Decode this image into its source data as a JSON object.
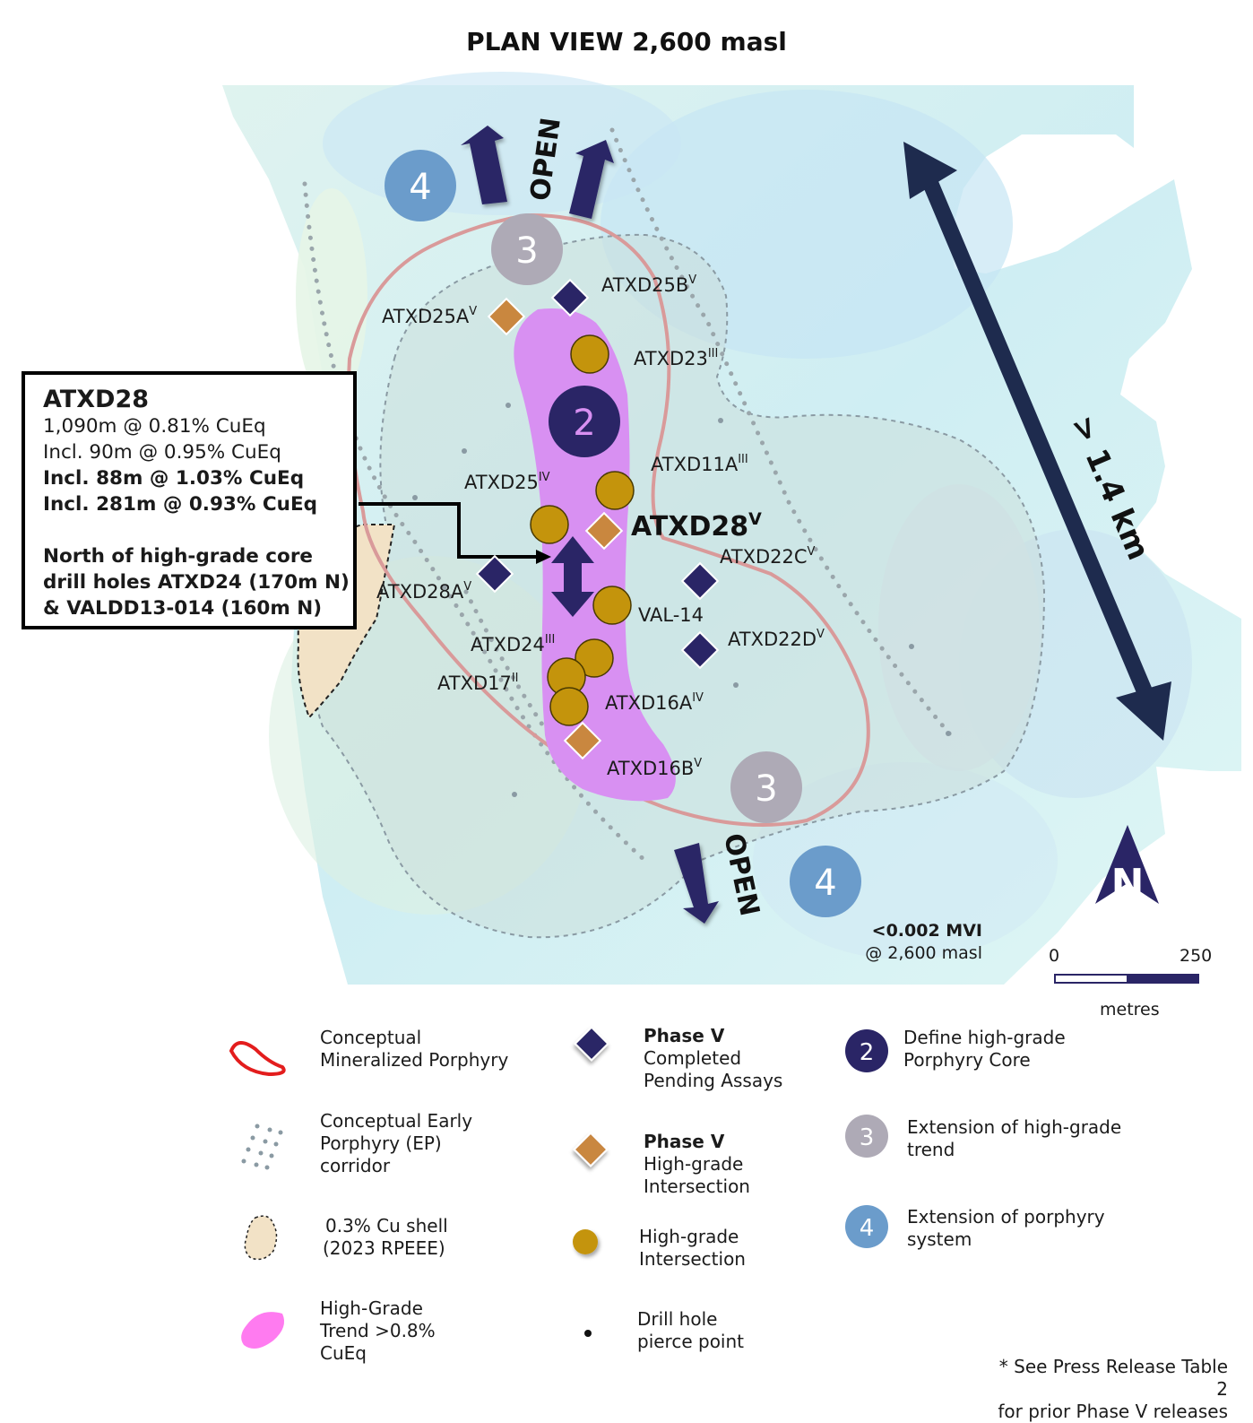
{
  "title": "PLAN VIEW 2,600 masl",
  "callout": {
    "hole": "ATXD28",
    "line1": "1,090m @ 0.81% CuEq",
    "line2": "Incl. 90m @ 0.95% CuEq",
    "line3": "Incl. 88m @ 1.03% CuEq",
    "line4": "Incl. 281m @ 0.93% CuEq",
    "line5": "North of high-grade core",
    "line6": "drill holes ATXD24 (170m N)",
    "line7": "& VALDD13-014 (160m N)"
  },
  "open_labels": {
    "north": "OPEN",
    "south": "OPEN"
  },
  "extent_label": "> 1.4 km",
  "zone_numbers": {
    "core": "2",
    "trend": "3",
    "system": "4"
  },
  "drill_labels": {
    "atxd25b": {
      "name": "ATXD25B",
      "sup": "V"
    },
    "atxd25a": {
      "name": "ATXD25A",
      "sup": "V"
    },
    "atxd23": {
      "name": "ATXD23",
      "sup": "III"
    },
    "atxd11a": {
      "name": "ATXD11A",
      "sup": "III"
    },
    "atxd25": {
      "name": "ATXD25",
      "sup": "IV"
    },
    "atxd28": {
      "name": "ATXD28",
      "sup": "V"
    },
    "atxd22c": {
      "name": "ATXD22C",
      "sup": "V"
    },
    "atxd28a": {
      "name": "ATXD28A",
      "sup": "V"
    },
    "val14": {
      "name": "VAL-14",
      "sup": ""
    },
    "atxd24": {
      "name": "ATXD24",
      "sup": "III"
    },
    "atxd22d": {
      "name": "ATXD22D",
      "sup": "V"
    },
    "atxd17": {
      "name": "ATXD17",
      "sup": "II"
    },
    "atxd16a": {
      "name": "ATXD16A",
      "sup": "IV"
    },
    "atxd16b": {
      "name": "ATXD16B",
      "sup": "V"
    }
  },
  "mvi": {
    "value": "<0.002 MVI",
    "depth": "@ 2,600 masl"
  },
  "scale": {
    "start": "0",
    "end": "250",
    "unit": "metres"
  },
  "north_arrow": "N",
  "legend": {
    "porphyry": "Conceptual Mineralized Porphyry",
    "porphyry_l1": "Conceptual",
    "porphyry_l2": "Mineralized Porphyry",
    "ep_l1": "Conceptual Early",
    "ep_l2": "Porphyry (EP)",
    "ep_l3": "corridor",
    "shell_l1": "0.3% Cu shell",
    "shell_l2": "(2023 RPEEE)",
    "hg_l1": "High-Grade",
    "hg_l2": "Trend >0.8%",
    "hg_l3": "CuEq",
    "p5c_l1": "Phase V",
    "p5c_l2": "Completed",
    "p5c_l3": "Pending Assays",
    "p5h_l1": "Phase V",
    "p5h_l2": "High-grade",
    "p5h_l3": "Intersection",
    "hgi_l1": "High-grade",
    "hgi_l2": "Intersection",
    "dh_l1": "Drill hole",
    "dh_l2": "pierce point",
    "n2_l1": "Define high-grade",
    "n2_l2": "Porphyry Core",
    "n3_l1": "Extension of high-grade",
    "n3_l2": "trend",
    "n4_l1": "Extension of porphyry",
    "n4_l2": "system"
  },
  "footnote": {
    "line1": "* See Press Release Table 2",
    "line2": "for prior Phase V releases"
  },
  "colors": {
    "navy": "#2a2566",
    "orange": "#c9873f",
    "gold": "#c4940c",
    "magenta": "#d890f2",
    "porphyry_outline": "#d99a9a",
    "zone3": "#aeaab6",
    "zone4": "#6b9ccb",
    "arrow_extent": "#1e2b4e"
  }
}
